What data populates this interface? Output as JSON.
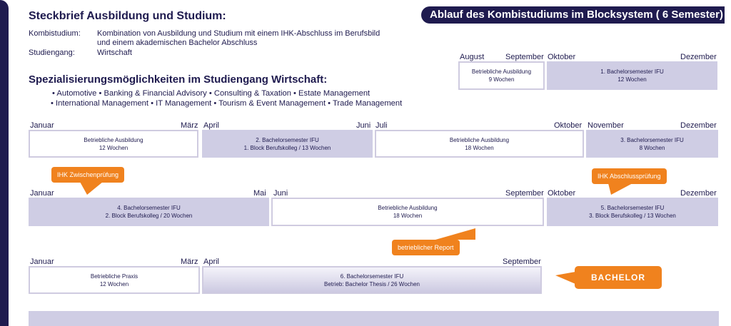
{
  "header": {
    "title_bar": "Ablauf des Kombistudiums im Blocksystem ( 6 Semester)",
    "title": "Steckbrief Ausbildung und Studium:",
    "specialization_title": "Spezialisierungsmöglichkeiten im Studiengang Wirtschaft:"
  },
  "profile": {
    "kombi_label": "Kombistudium:",
    "kombi_line1": "Kombination von Ausbildung und Studium mit einem IHK-Abschluss im Berufsbild",
    "kombi_line2": "und einem akademischen Bachelor Abschluss",
    "studiengang_label": "Studiengang:",
    "studiengang_value": "Wirtschaft"
  },
  "specializations": {
    "line1": "• Automotive • Banking & Financial Advisory • Consulting & Taxation • Estate Management",
    "line2": "• International Management • IT Management • Tourism & Event Management • Trade Management"
  },
  "row0": {
    "months": [
      "August",
      "September",
      "Oktober",
      "Dezember"
    ],
    "blocks": [
      {
        "title": "Betriebliche Ausbildung",
        "detail": "9 Wochen"
      },
      {
        "title": "1. Bachelorsemester IFU",
        "detail": "12 Wochen"
      }
    ]
  },
  "row1": {
    "months": [
      "Januar",
      "März",
      "April",
      "Juni",
      "Juli",
      "Oktober",
      "November",
      "Dezember"
    ],
    "blocks": [
      {
        "title": "Betriebliche Ausbildung",
        "detail": "12 Wochen"
      },
      {
        "title": "2. Bachelorsemester IFU",
        "detail": "1. Block Berufskolleg / 13 Wochen"
      },
      {
        "title": "Betriebliche Ausbildung",
        "detail": "18 Wochen"
      },
      {
        "title": "3. Bachelorsemester IFU",
        "detail": "8 Wochen"
      }
    ]
  },
  "row2": {
    "months": [
      "Januar",
      "Mai",
      "Juni",
      "September",
      "Oktober",
      "Dezember"
    ],
    "blocks": [
      {
        "title": "4. Bachelorsemester IFU",
        "detail": "2. Block Berufskolleg / 20 Wochen"
      },
      {
        "title": "Betriebliche Ausbildung",
        "detail": "18 Wochen"
      },
      {
        "title": "5. Bachelorsemester IFU",
        "detail": "3. Block Berufskolleg / 13 Wochen"
      }
    ]
  },
  "row3": {
    "months": [
      "Januar",
      "März",
      "April",
      "September"
    ],
    "blocks": [
      {
        "title": "Betriebliche Praxis",
        "detail": "12 Wochen"
      },
      {
        "title": "6. Bachelorsemester IFU",
        "detail": "Betrieb: Bachelor Thesis / 26 Wochen"
      }
    ]
  },
  "callouts": {
    "zwischen": "IHK Zwischenprüfung",
    "abschluss": "IHK Abschlussprüfung",
    "report": "betrieblicher Report",
    "bachelor": "BACHELOR"
  },
  "colors": {
    "navy": "#1f1b4f",
    "lavender": "#cfcde4",
    "orange": "#f0821e"
  }
}
